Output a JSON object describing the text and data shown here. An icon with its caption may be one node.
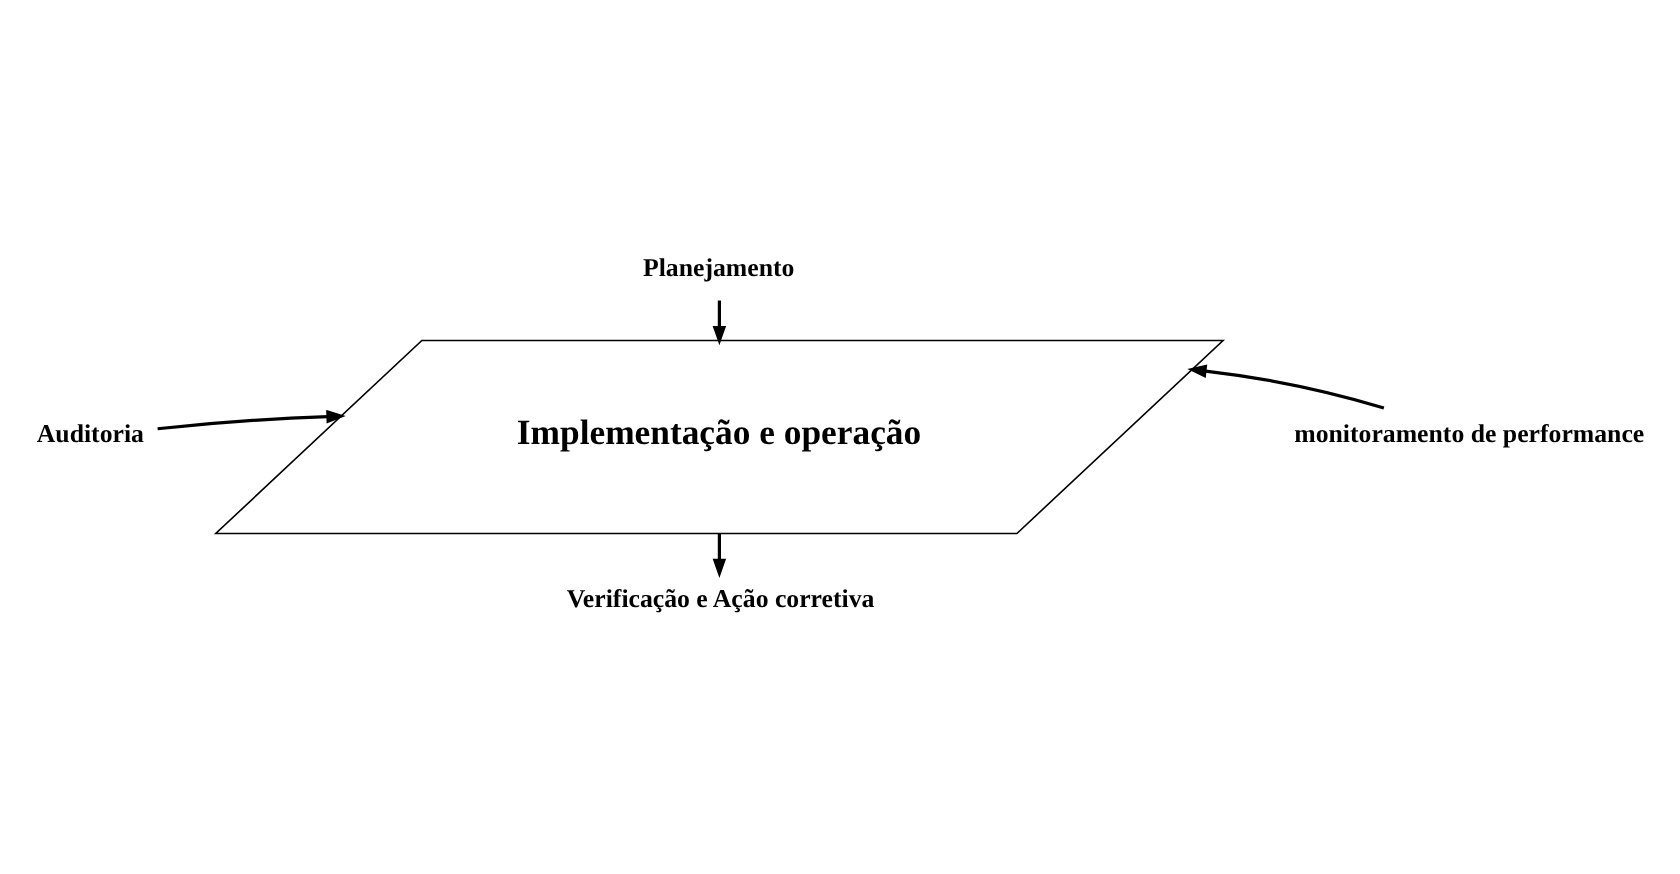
{
  "diagram": {
    "nodes": [
      {
        "text": [
          "Planejamento"
        ]
      },
      {
        "text": [
          "Implementação e operação"
        ]
      },
      {
        "text": [
          "Auditoria"
        ]
      },
      {
        "text": [
          "monitoramento de performance"
        ]
      },
      {
        "text": [
          "Verificação e Ação corretiva"
        ]
      }
    ],
    "edges": [
      {
        "from": 0,
        "to": 1,
        "arrow": "to"
      },
      {
        "from": 2,
        "to": 1,
        "arrow": "to"
      },
      {
        "from": 3,
        "to": 1,
        "arrow": "to"
      },
      {
        "from": 1,
        "to": 4,
        "arrow": "to"
      }
    ]
  }
}
